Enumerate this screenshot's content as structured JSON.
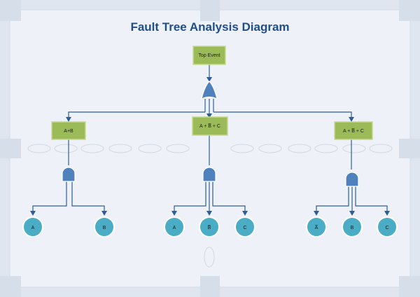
{
  "title": "Fault Tree Analysis Diagram",
  "colors": {
    "background": "#dfe6f0",
    "canvas": "#eef2f8",
    "event_fill": "#9bbb59",
    "event_stroke": "#c7d98f",
    "gate_fill": "#4f81bd",
    "basic_fill": "#4bacc6",
    "line": "#2e5d9a",
    "title": "#1f4e8c"
  },
  "events": {
    "top": "Top Event",
    "left": "A+B",
    "center": "A + B̅ + C",
    "right": "A + B̅ + C"
  },
  "gates": {
    "top": "or-gate",
    "left": "and-gate",
    "center": "and-gate",
    "right": "and-gate"
  },
  "basic_events": {
    "left": [
      "A",
      "B"
    ],
    "center": [
      "A",
      "B̅",
      "C"
    ],
    "right": [
      "A̅",
      "B",
      "C"
    ]
  }
}
